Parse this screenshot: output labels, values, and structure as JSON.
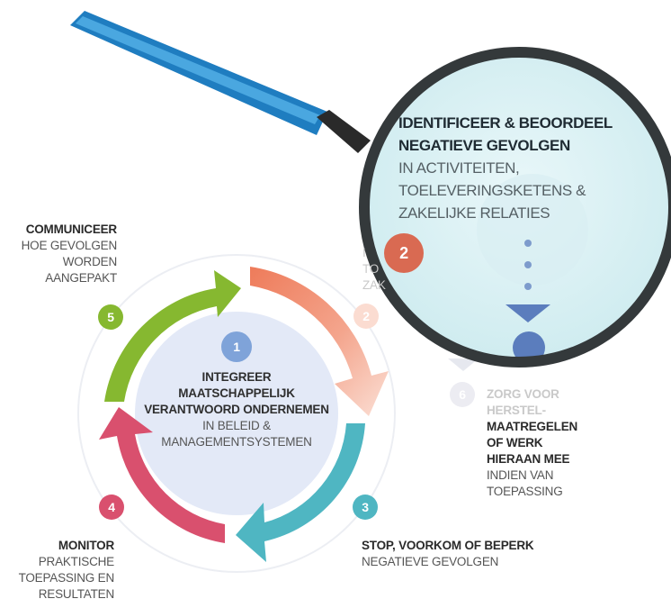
{
  "colors": {
    "step1": "#7fa3d9",
    "step2": "#ee7b5a",
    "step3": "#4fb6c2",
    "step4": "#d9506e",
    "step5": "#86b830",
    "handle": "#2f8fce",
    "lens_tint": "#dff3f6"
  },
  "center": {
    "number": "1",
    "title_lines": [
      "INTEGREER",
      "MAATSCHAPPELIJK",
      "VERANTWOORD ONDERNEMEN"
    ],
    "subtitle_lines": [
      "IN BELEID &",
      "MANAGEMENTSYSTEMEN"
    ]
  },
  "steps": {
    "step2": {
      "number": "2"
    },
    "step3": {
      "number": "3",
      "title": "STOP, VOORKOM OF BEPERK",
      "sub_lines": [
        "NEGATIEVE GEVOLGEN"
      ]
    },
    "step4": {
      "number": "4",
      "title": "MONITOR",
      "sub_lines": [
        "PRAKTISCHE",
        "TOEPASSING EN",
        "RESULTATEN"
      ]
    },
    "step5": {
      "number": "5",
      "title": "COMMUNICEER",
      "sub_lines": [
        "HOE GEVOLGEN",
        "WORDEN",
        "AANGEPAKT"
      ]
    },
    "step6": {
      "number": "6",
      "title_lines": [
        "ZORG VOOR",
        "HERSTEL-",
        "MAATREGELEN",
        "OF WERK",
        "HIERAAN MEE"
      ],
      "sub_lines": [
        "INDIEN VAN",
        "TOEPASSING"
      ]
    }
  },
  "magnifier": {
    "number": "2",
    "title_lines": [
      "IDENTIFICEER & BEOORDEEL",
      "NEGATIEVE GEVOLGEN"
    ],
    "sub_lines": [
      "IN ACTIVITEITEN,",
      "TOELEVERINGSKETENS &",
      "ZAKELIJKE RELATIES"
    ]
  },
  "behind_lens_fragments": [
    "I",
    "TO",
    "ZAK"
  ]
}
